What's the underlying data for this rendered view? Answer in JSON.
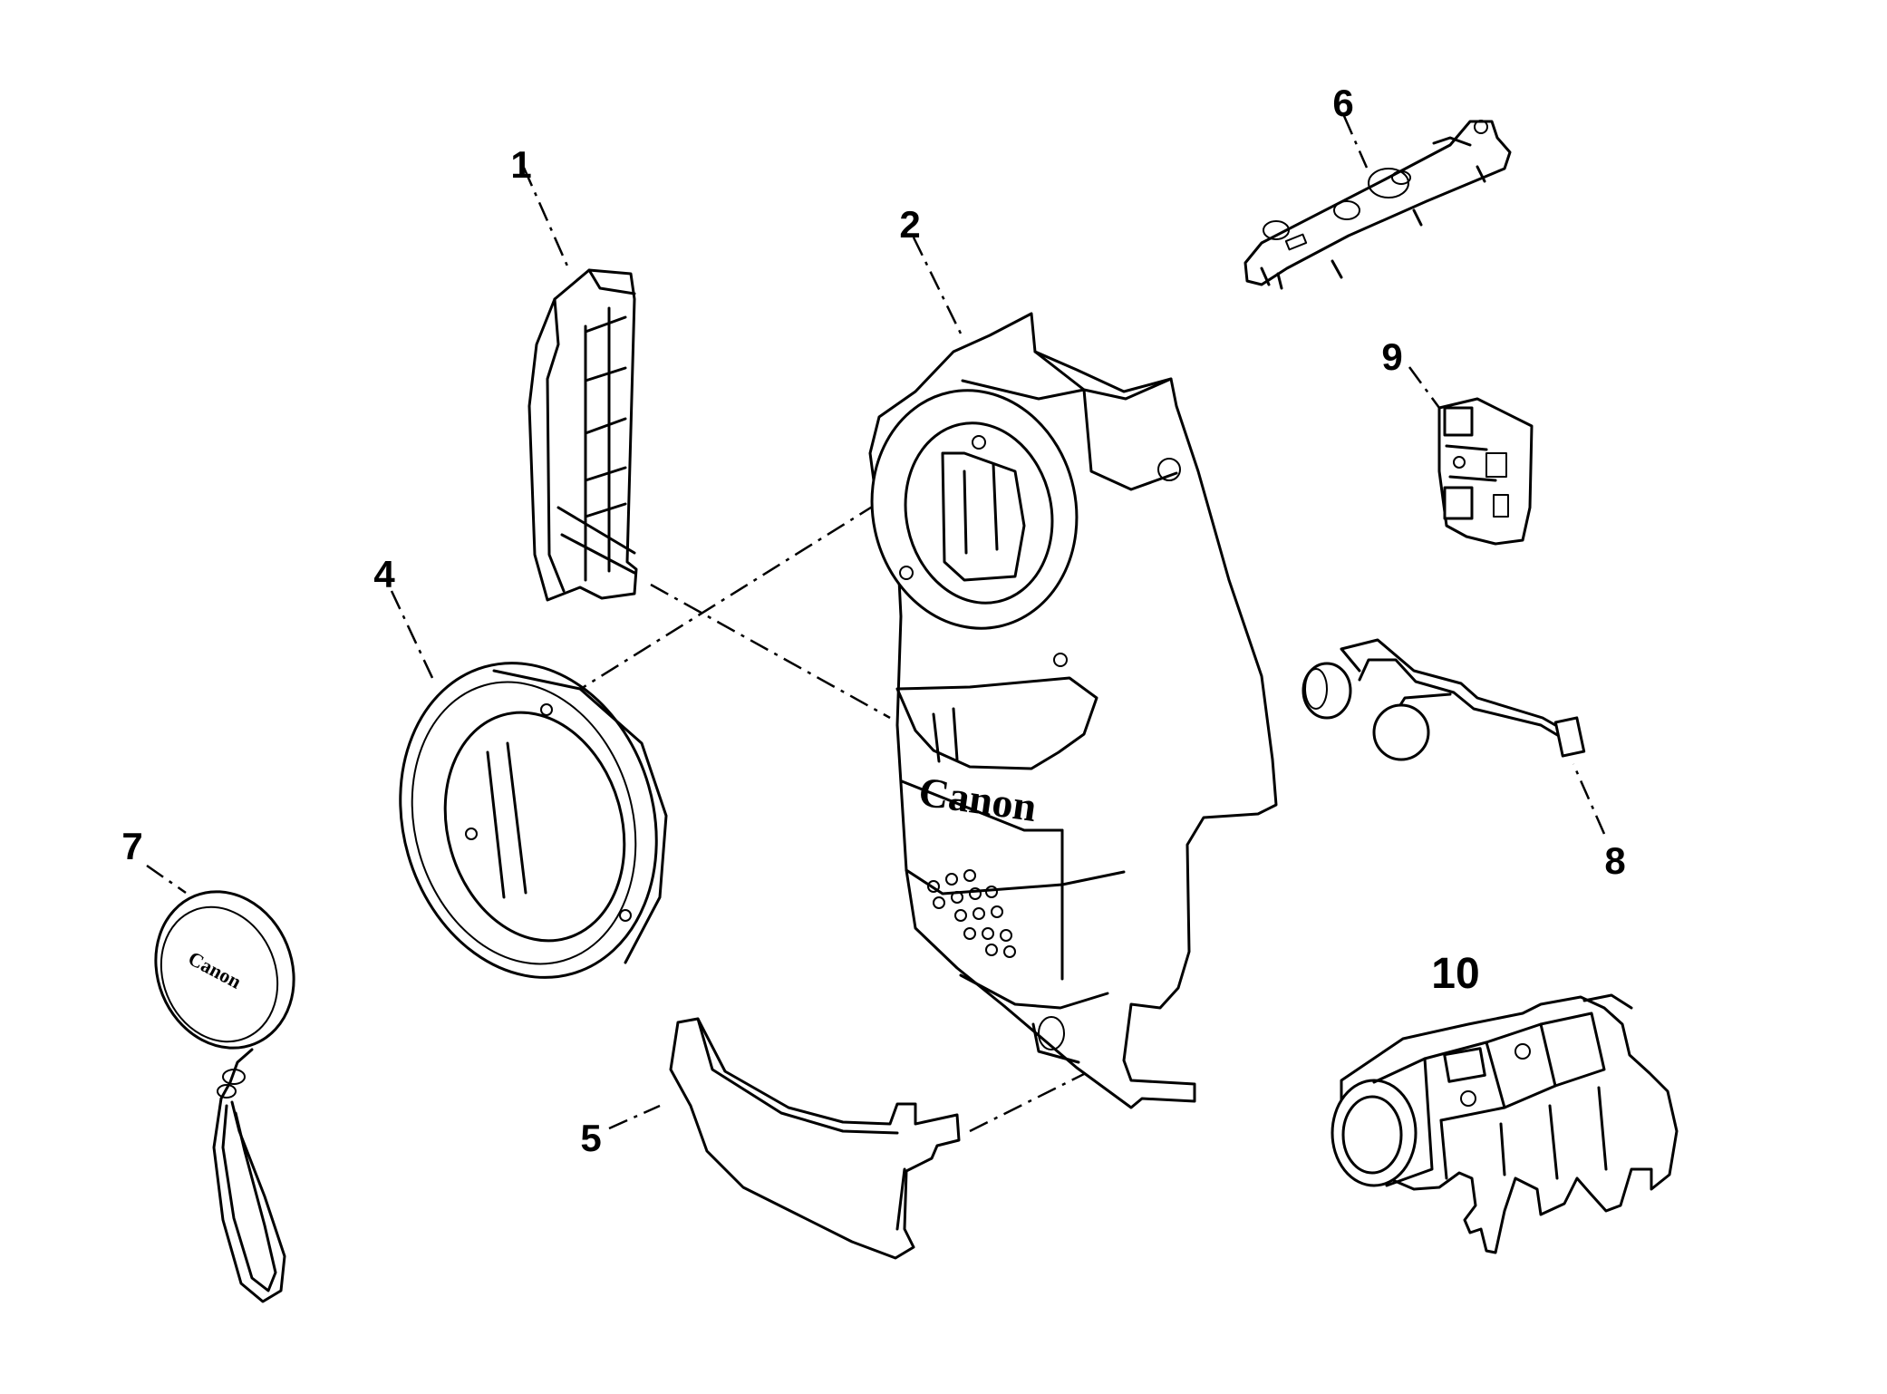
{
  "callouts": [
    {
      "id": "1",
      "label": "1"
    },
    {
      "id": "2",
      "label": "2"
    },
    {
      "id": "4",
      "label": "4"
    },
    {
      "id": "5",
      "label": "5"
    },
    {
      "id": "6",
      "label": "6"
    },
    {
      "id": "7",
      "label": "7"
    },
    {
      "id": "8",
      "label": "8"
    },
    {
      "id": "9",
      "label": "9"
    },
    {
      "id": "10",
      "label": "10"
    }
  ],
  "brand": {
    "housing_logo": "Canon",
    "lens_cap_logo": "Canon"
  }
}
